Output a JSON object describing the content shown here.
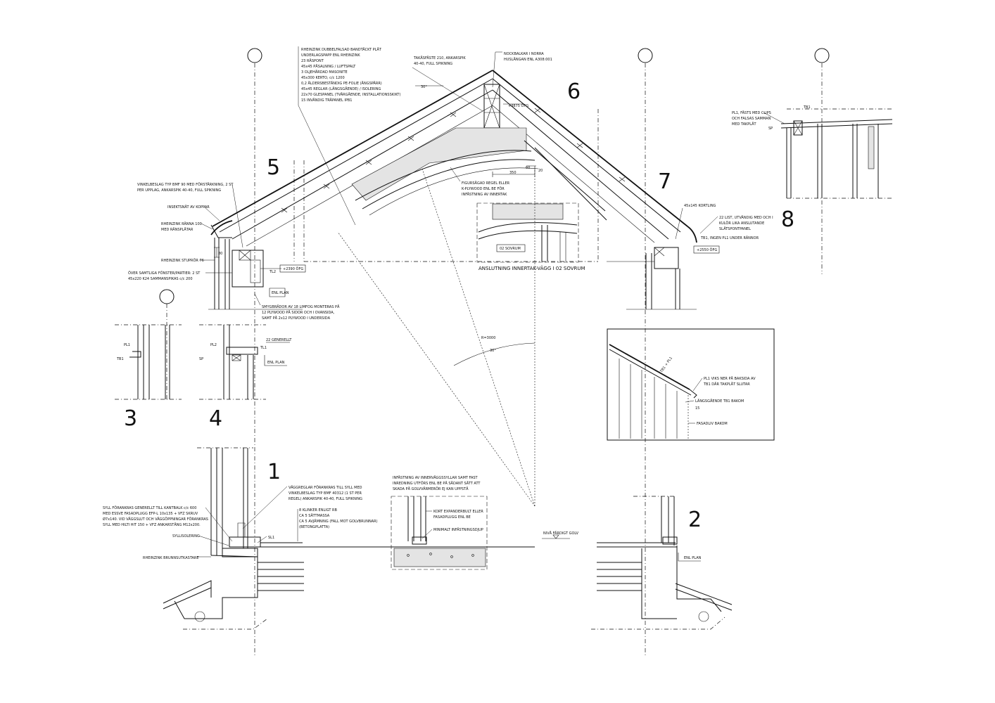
{
  "detail_numbers": [
    "1",
    "2",
    "3",
    "4",
    "5",
    "6",
    "7",
    "8"
  ],
  "roof": {
    "build_up": [
      "RHEINZINK DUBBELFALSAD BANDTÄCKT PLÅT",
      "UNDERLAGSPAPP ENL RHEINZINK",
      "23 RÅSPONT",
      "45x45 PÅSALNING / LUFTSPALT",
      "3 OLJEHÄRDAD MASONITE",
      "45x300 KERTO, c/c 1200",
      "0,2 ÅLDERSBESTÄNDIG PE-FOLIE (ÅNGSPÄRR)",
      "45x45 REGLAR (LÄNGSGÅENDE) / ISOLERING",
      "22x70 GLESPANEL (TVÄRGÅENDE, INSTALLATIONSSKIKT)",
      "15 INVÄNDIG TRÄPANEL IPB1"
    ],
    "ridge_fix": [
      "TAKÅSFÄSTE 210, ANKARSPIK",
      "40-40, FULL SPIKNING"
    ],
    "ridge_beam": [
      "NOCKBALKAR I NORRA",
      "HUSLÄNGAN ENL A308:001"
    ],
    "angle": "30°",
    "ridge_level": "+3875 ÖFG",
    "dim_350": "350",
    "dim_60": "60",
    "dim_20": "20",
    "curved_rib": [
      "FIGURSÅGAD REGEL ELLER",
      "K-PLYWOOD ENL BE FÖR",
      "INFÄSTNING AV INNERTAK"
    ],
    "inset_room": "02 SOVRUM",
    "inset_caption": "ANSLUTNING INNERTAK-VÄGG I 02 SOVRUM"
  },
  "eave_left": {
    "labels": [
      "VINKELBESLAG TYP BMF 90 MED FÖRSTÄRKNING, 2 ST",
      "PER UPPLAG, ANKARSPIK 40-40, FULL SPIKNING",
      "INSEKTSNÄT AV KOPPAR",
      "RHEINZINK RÄNNA 100",
      "MED RÄNSPLÅTAR",
      "RHEINZINK STUPRÖR 76",
      "ÖVER SAMTLIGA FÖNSTER/PARTIER: 2 ST",
      "45x220 K24 SAMMANSPIKAS c/c 200"
    ],
    "dim_80": "80",
    "tl2": "TL2",
    "level": "+2390 ÖFG",
    "enl_plan": "ENL PLAN",
    "smyg": [
      "SMYGBRÄDOR AV 18 LIMFOG MONTERAS PÅ",
      "12 PLYWOOD PÅ SIDOR OCH I OVANSIDA,",
      "SAMT PÅ 2x12 PLYWOOD I UNDERSIDA"
    ]
  },
  "detail3": {
    "pl1": "PL1",
    "tb1": "TB1"
  },
  "detail4": {
    "pl2": "PL2",
    "tl1": "TL1",
    "sp": "SP",
    "generellt": "22 GENERELLT",
    "enl_plan": "ENL PLAN"
  },
  "section_arc": {
    "radius": "R=3000",
    "angle": "30°"
  },
  "eave_right": {
    "kortling": "45x145 KORTLING",
    "panel": [
      "22 LIST, UTVÄNDIG MED OCH I",
      "KULÖR LIKA ANSLUTANDE",
      "SLÄTSPONTPANEL"
    ],
    "tb1_note": "TB1, INGEN PL1 UNDER RÄNNOR",
    "level": "+2550 ÖFG"
  },
  "detail8": {
    "tb1": "TB1",
    "note": [
      "PL1, FÄSTS MED CLIPS",
      "OCH FALSAS SAMMAN",
      "MED TAKPLÅT"
    ],
    "sp": "SP"
  },
  "gable_inset": {
    "tag": "TB1 + PL1",
    "note": [
      "PL1 VIKS NER PÅ BAKSIDA AV",
      "TB1 DÄR TAKPLÅT SLUTAR"
    ],
    "tb1_behind": "LÄNGSGÅENDE TB1 BAKOM",
    "dim15": "15",
    "facade": "FASADLIV BAKOM"
  },
  "foundation_left": {
    "wall_note": [
      "VÄGGREGLAR FÖRANKRAS TILL SYLL MED",
      "VINKELBESLAG TYP BMF 40312 (1 ST PER",
      "REGEL) ANKARSPIK 40-40, FULL SPIKNING"
    ],
    "syll_note": [
      "SYLL FÖRANKRAS GENERELLT TILL KANTBALK c/c 600",
      "MED ESSVE FASADPLUGG EFP-L 10x135 + VFZ SKRUV",
      "Ø7x140. VID VÄGGSLUT OCH VÄGGÖPPNINGAR FÖRANKRAS",
      "SYLL MED HILTI HIT 150 + VFZ ANKARSTÅNG M12x200."
    ],
    "floor_build": [
      "8 KLINKER ENLIGT RB",
      "CA 5 SÄTTMASSA",
      "CA 5 AVJÄMNING (FALL MOT GOLVBRUNNAR)",
      "(BETONGPLATTA)"
    ],
    "syllisolering": "SYLLISOLERING",
    "sl1": "SL1",
    "downpipe": "RHEINZINK BRUNNSUTKASTARE"
  },
  "foundation_mid": {
    "note": [
      "INFÄSTNING AV INNERVÄGGSSYLLAR SAMT FAST",
      "INREDNING UTFÖRS ENL BE PÅ SÅDANT SÄTT ATT",
      "SKADA PÅ GOLVVÄRMERÖR EJ KAN UPPSTÅ"
    ],
    "bolt": [
      "KORT EXPANDERBULT ELLER",
      "FASADPLUGG ENL BE"
    ],
    "depth": "MINIMALT INFÄSTNINGSDJUP",
    "floor_level": "NIVÅ FÄRDIGT GOLV"
  },
  "foundation_right": {
    "enl_plan": "ENL PLAN"
  }
}
